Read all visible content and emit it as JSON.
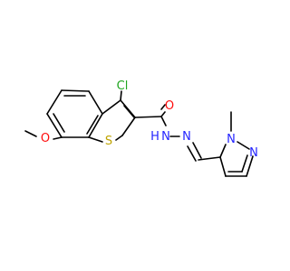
{
  "molecule": {
    "atoms": {
      "cl": "Cl",
      "o_carbonyl": "O",
      "o_methoxy": "O",
      "s": "S",
      "n_hydrazide": "N",
      "h_hydrazide": "H",
      "n_imine": "N",
      "n_pyrazole_methyl": "N",
      "n_pyrazole": "N"
    }
  },
  "colors": {
    "bond": "#000000",
    "chlorine": "#1fa51f",
    "oxygen": "#ff0d0d",
    "sulfur": "#bfa400",
    "nitrogen": "#2424ff"
  }
}
